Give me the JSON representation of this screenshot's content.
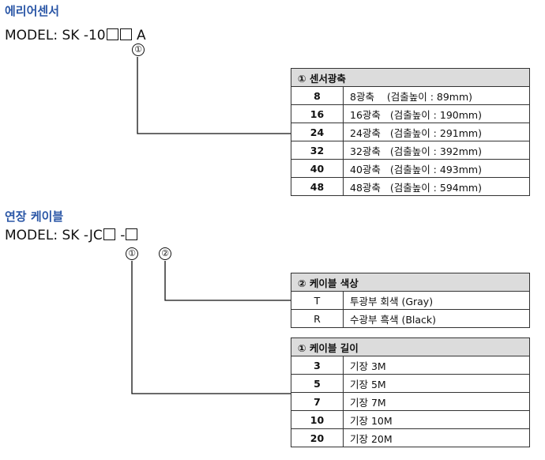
{
  "area_sensor": {
    "title": "에리어센서",
    "model_prefix": "MODEL: SK -10",
    "model_suffix": "A",
    "markers": [
      "①"
    ],
    "table": {
      "header": "① 센서광축",
      "rows": [
        {
          "code": "8",
          "desc": "8광축    (검출높이 : 89mm)"
        },
        {
          "code": "16",
          "desc": "16광축   (검출높이 : 190mm)"
        },
        {
          "code": "24",
          "desc": "24광축   (검출높이 : 291mm)"
        },
        {
          "code": "32",
          "desc": "32광축   (검출높이 : 392mm)"
        },
        {
          "code": "40",
          "desc": "40광축   (검출높이 : 493mm)"
        },
        {
          "code": "48",
          "desc": "48광축   (검출높이 : 594mm)"
        }
      ]
    }
  },
  "cable": {
    "title": "연장 케이블",
    "model_prefix": "MODEL: SK -JC",
    "model_dash": "-",
    "markers": [
      "①",
      "②"
    ],
    "color_table": {
      "header": "② 케이블 색상",
      "rows": [
        {
          "code": "T",
          "desc": "투광부 회색 (Gray)"
        },
        {
          "code": "R",
          "desc": "수광부 흑색 (Black)"
        }
      ]
    },
    "length_table": {
      "header": "① 케이블 길이",
      "rows": [
        {
          "code": "3",
          "desc": "기장 3M"
        },
        {
          "code": "5",
          "desc": "기장 5M"
        },
        {
          "code": "7",
          "desc": "기장 7M"
        },
        {
          "code": "10",
          "desc": "기장 10M"
        },
        {
          "code": "20",
          "desc": "기장 20M"
        }
      ]
    }
  },
  "colors": {
    "title": "#2a56a6",
    "header_bg": "#dcdcdc",
    "line": "#111111"
  }
}
